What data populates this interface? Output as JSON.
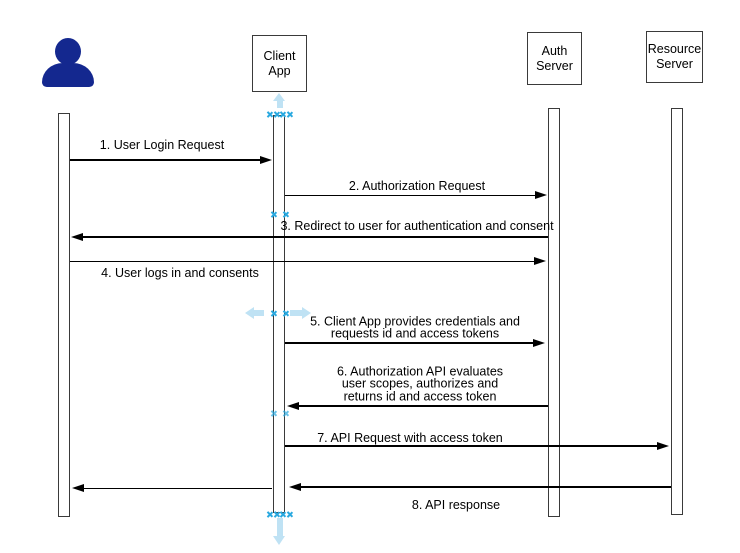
{
  "diagram": {
    "type": "sequence",
    "background": "#ffffff"
  },
  "colors": {
    "line": "#000000",
    "box_border": "#3a3a3a",
    "text": "#000000",
    "person_icon": "#14288f",
    "hover_accent_blue": "#2aa9e0",
    "hover_pale_blue": "#bfe2f4",
    "shape_fill": "#ffffff"
  },
  "actors": [
    {
      "id": "user",
      "icon": "person-icon",
      "label_lines": []
    },
    {
      "id": "client-app",
      "label_lines": [
        "Client",
        "App"
      ]
    },
    {
      "id": "auth-server",
      "label_lines": [
        "Auth",
        "Server"
      ]
    },
    {
      "id": "resource-server",
      "label_lines": [
        "Resource",
        "Server"
      ]
    }
  ],
  "messages": [
    {
      "lines": [
        "1. User Login Request"
      ],
      "from": "user",
      "to": "client-app",
      "direction": "right"
    },
    {
      "lines": [
        "2. Authorization Request"
      ],
      "from": "client-app",
      "to": "auth-server",
      "direction": "right"
    },
    {
      "lines": [
        "3. Redirect to user for authentication and consent"
      ],
      "from": "auth-server",
      "to": "user",
      "direction": "left"
    },
    {
      "lines": [
        "4. User logs in and consents"
      ],
      "from": "user",
      "to": "auth-server",
      "direction": "right"
    },
    {
      "lines": [
        "5. Client App provides credentials and",
        "requests id and access tokens"
      ],
      "from": "client-app",
      "to": "auth-server",
      "direction": "right"
    },
    {
      "lines": [
        "6. Authorization API evaluates",
        "user scopes, authorizes and",
        "returns id and access token"
      ],
      "from": "auth-server",
      "to": "client-app",
      "direction": "left"
    },
    {
      "lines": [
        "7. API Request with access token"
      ],
      "from": "client-app",
      "to": "resource-server",
      "direction": "right"
    },
    {
      "lines": [
        "8. API response"
      ],
      "from": "resource-server",
      "to": "client-app",
      "direction": "left"
    },
    {
      "lines": [],
      "from": "client-app",
      "to": "user",
      "direction": "left"
    }
  ],
  "hover_artifacts": {
    "connection_point_icon": "x-cross",
    "direction_arrow_icons": [
      "up",
      "down",
      "left",
      "right"
    ],
    "attached_to": "client-app-lifeline"
  }
}
